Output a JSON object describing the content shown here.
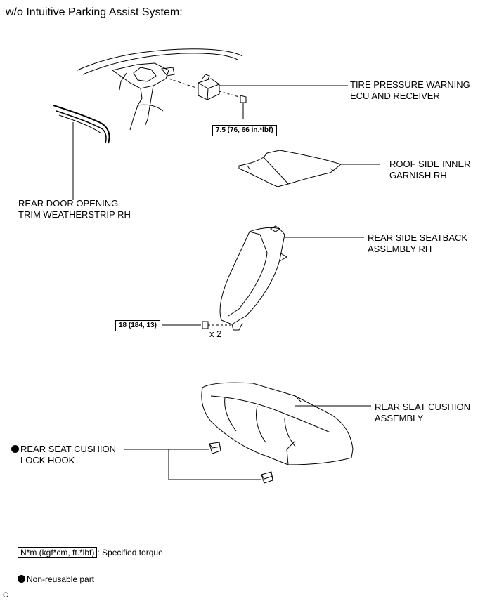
{
  "header": "w/o Intuitive Parking Assist System:",
  "parts": {
    "tpw_ecu": [
      "TIRE PRESSURE WARNING",
      "ECU AND RECEIVER"
    ],
    "roof_garnish": [
      "ROOF SIDE INNER",
      "GARNISH RH"
    ],
    "weatherstrip": [
      "REAR DOOR OPENING",
      "TRIM WEATHERSTRIP RH"
    ],
    "seatback": [
      "REAR SIDE SEATBACK",
      "ASSEMBLY RH"
    ],
    "seat_cushion": [
      "REAR SEAT CUSHION",
      "ASSEMBLY"
    ],
    "lock_hook": [
      "REAR SEAT CUSHION",
      "LOCK HOOK"
    ]
  },
  "torques": {
    "ecu_bolt": "7.5 (76, 66 in.*lbf)",
    "seatback_bolt": "18 (184, 13)"
  },
  "quantity": "x 2",
  "legend": {
    "torque_unit": "N*m (kgf*cm, ft.*lbf)",
    "torque_desc": ": Specified torque",
    "nonreusable": "Non-reusable part"
  },
  "footer_code": "C"
}
